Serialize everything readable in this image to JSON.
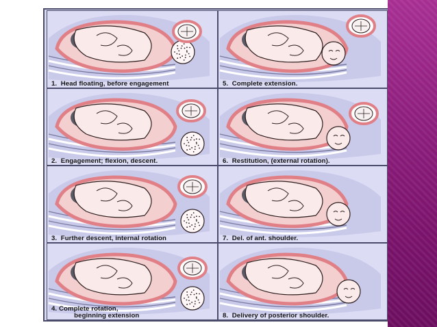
{
  "panels": [
    {
      "caption": "1.  Head floating, before engagement",
      "fetal_head": "hair-icon"
    },
    {
      "caption": "2.  Engagement; flexion, descent.",
      "fetal_head": "hair-icon"
    },
    {
      "caption": "3.  Further descent, internal rotation",
      "fetal_head": "hair-icon"
    },
    {
      "caption": "4. Complete rotation,\n            beginning extension",
      "fetal_head": "hair-icon"
    },
    {
      "caption": "5.  Complete extension.",
      "fetal_head": "face-icon"
    },
    {
      "caption": "6.  Restitution, (external rotation).",
      "fetal_head": "face-icon"
    },
    {
      "caption": "7.  Del. of ant. shoulder.",
      "fetal_head": "face-icon"
    },
    {
      "caption": "8.  Delivery of posterior shoulder.",
      "fetal_head": "face-icon"
    }
  ],
  "colors": {
    "panel_bg": "#dcdcf4",
    "uterus": "#f4cfcf",
    "uterine_wall": "#e07f86",
    "outline": "#2b1d1d",
    "side_band": "#8b1c7d"
  }
}
